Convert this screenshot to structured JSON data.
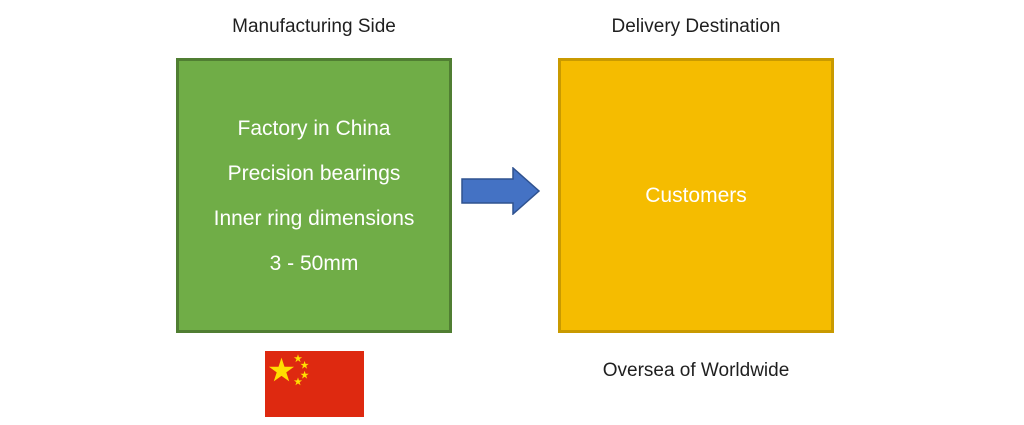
{
  "headings": {
    "manufacturing": "Manufacturing Side",
    "delivery": "Delivery Destination"
  },
  "factory_box": {
    "lines": [
      "Factory in China",
      "Precision bearings",
      "Inner ring dimensions",
      "3 - 50mm"
    ],
    "fill_color": "#70ad47",
    "border_color": "#507e32"
  },
  "customers_box": {
    "label": "Customers",
    "fill_color": "#f5bc00",
    "border_color": "#c99a00"
  },
  "arrow": {
    "icon": "right-arrow-icon",
    "fill_color": "#4472c4",
    "border_color": "#2f528f"
  },
  "flag": {
    "icon": "china-flag-icon",
    "field_color": "#de2910",
    "star_color": "#ffde00"
  },
  "destination_caption": "Oversea of Worldwide"
}
